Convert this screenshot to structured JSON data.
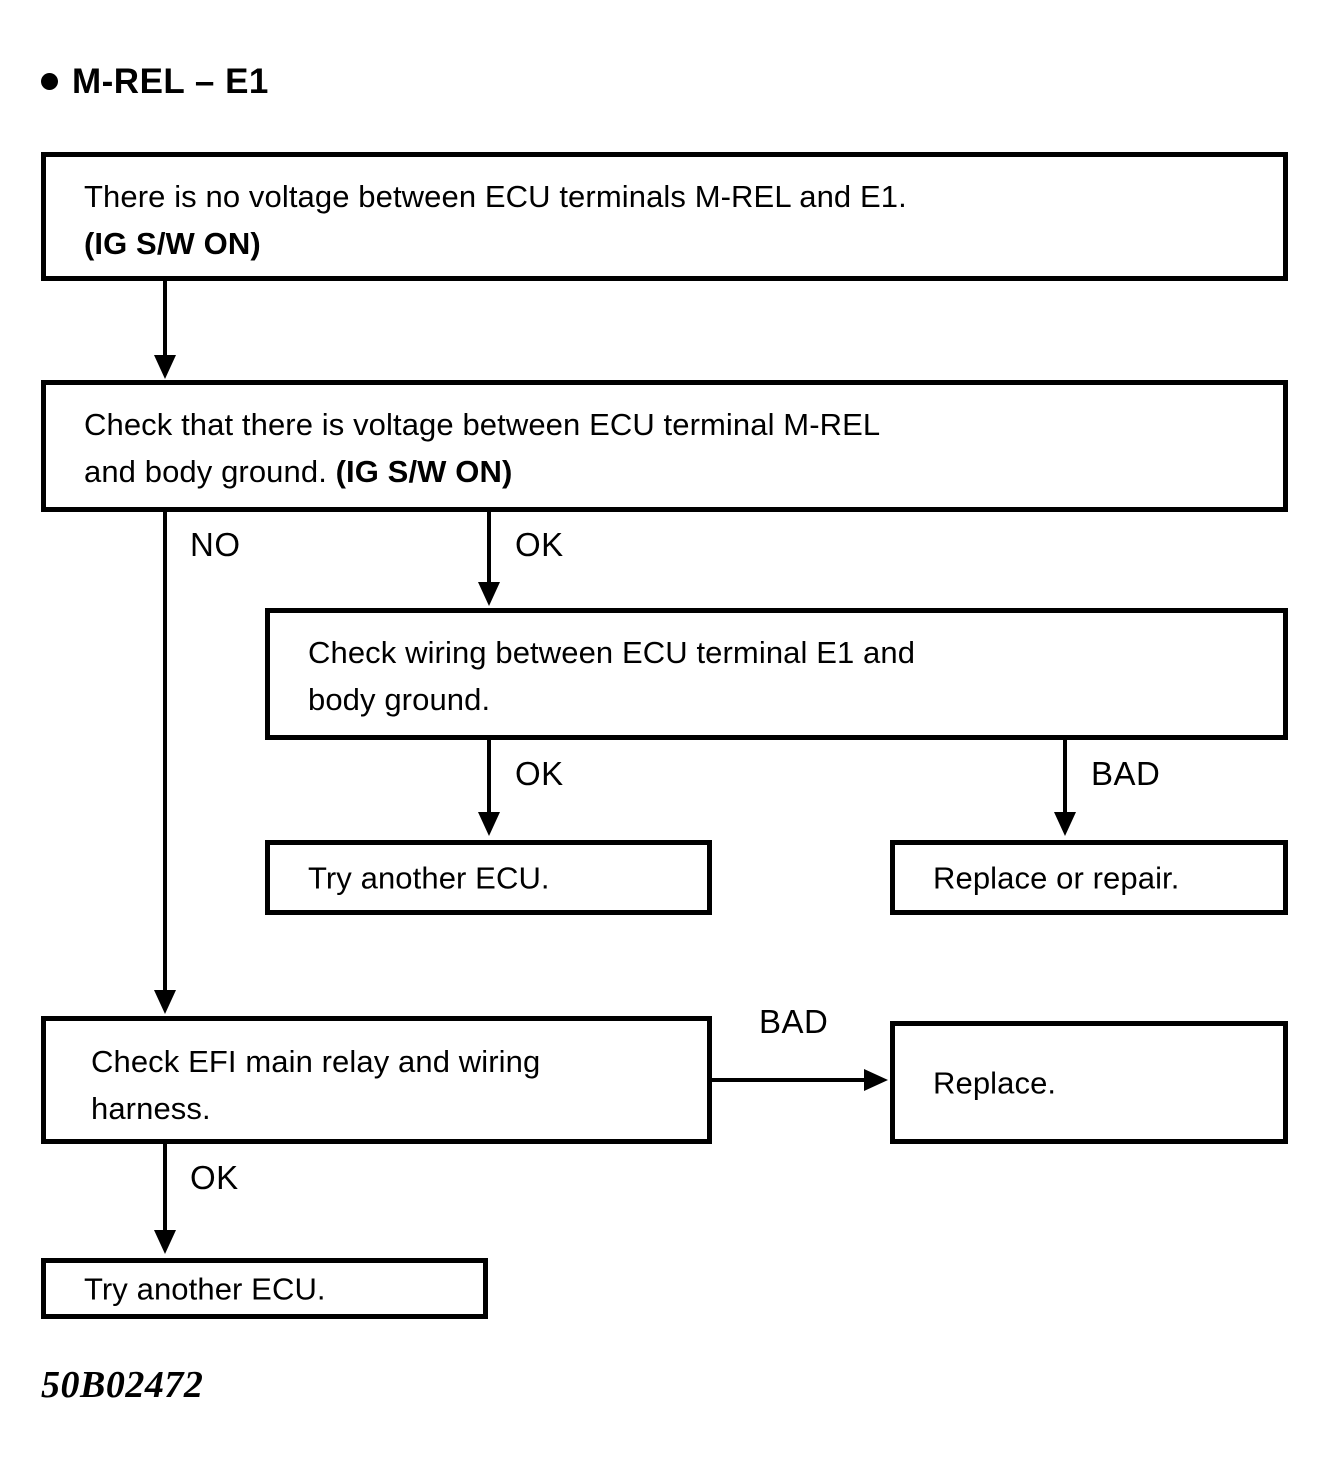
{
  "heading": {
    "bullet_icon": "bullet-dot-icon",
    "title": "M-REL – E1"
  },
  "figure_id": "50B02472",
  "chart_data": {
    "type": "diagram",
    "diagram_kind": "troubleshooting-flowchart",
    "title": "M-REL – E1",
    "nodes": [
      {
        "id": "n1",
        "text_plain": "There is no voltage between ECU terminals M-REL and E1. (IG S/W ON)",
        "line1": "There is no voltage between ECU terminals M-REL and E1.",
        "line2_bold": "(IG S/W ON)"
      },
      {
        "id": "n2",
        "text_plain": "Check that there is voltage between ECU terminal M-REL and body ground. (IG S/W ON)",
        "line1": "Check that there is voltage between ECU terminal M-REL",
        "line2": "and body ground. ",
        "line2_bold": "(IG S/W ON)"
      },
      {
        "id": "n3",
        "text_plain": "Check wiring between ECU terminal E1 and body ground.",
        "line1": "Check wiring between ECU terminal E1 and",
        "line2": "body ground."
      },
      {
        "id": "n4",
        "text_plain": "Try another ECU."
      },
      {
        "id": "n5",
        "text_plain": "Replace or repair."
      },
      {
        "id": "n6",
        "text_plain": "Check EFI main relay and wiring harness.",
        "line1": "Check EFI main relay and wiring",
        "line2": "harness."
      },
      {
        "id": "n7",
        "text_plain": "Replace."
      },
      {
        "id": "n8",
        "text_plain": "Try another ECU."
      }
    ],
    "edges": [
      {
        "from": "n1",
        "to": "n2",
        "label": ""
      },
      {
        "from": "n2",
        "to": "n6",
        "label": "NO"
      },
      {
        "from": "n2",
        "to": "n3",
        "label": "OK"
      },
      {
        "from": "n3",
        "to": "n4",
        "label": "OK"
      },
      {
        "from": "n3",
        "to": "n5",
        "label": "BAD"
      },
      {
        "from": "n6",
        "to": "n7",
        "label": "BAD"
      },
      {
        "from": "n6",
        "to": "n8",
        "label": "OK"
      }
    ],
    "labels": {
      "no": "NO",
      "ok_1": "OK",
      "ok_2": "OK",
      "bad_1": "BAD",
      "bad_2": "BAD",
      "ok_3": "OK"
    }
  }
}
